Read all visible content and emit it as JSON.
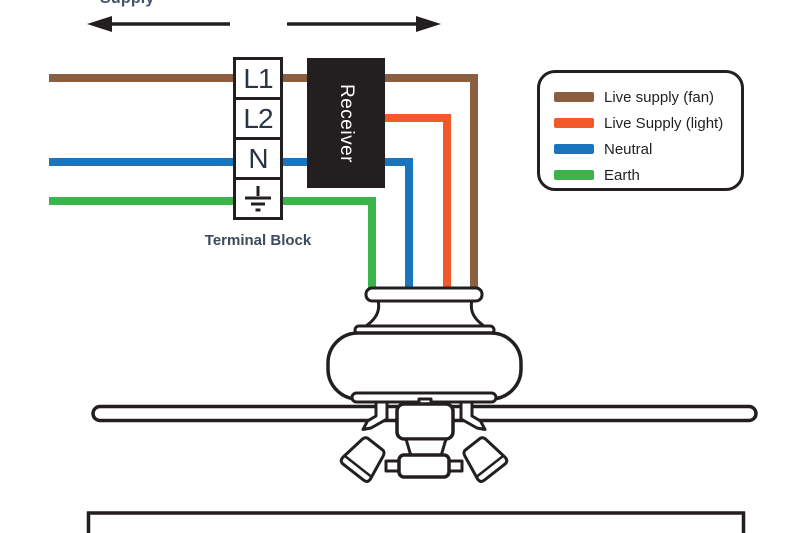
{
  "colors": {
    "ink": "#231F20",
    "supply_text": "#44536B",
    "terminal_text": "#2B3644",
    "caption_text": "#3E4B5C",
    "receiver_bg": "#231F20",
    "receiver_text": "#FFFFFF"
  },
  "supply": {
    "label": "Supply"
  },
  "terminal_block": {
    "caption": "Terminal Block",
    "terminals": [
      "L1",
      "L2",
      "N"
    ]
  },
  "receiver": {
    "label": "Receiver"
  },
  "wires": {
    "live_fan": {
      "name": "Live supply (fan)",
      "color": "#8A5F3F"
    },
    "live_light": {
      "name": "Live Supply (light)",
      "color": "#F05A28"
    },
    "neutral": {
      "name": "Neutral",
      "color": "#1B75BC"
    },
    "earth": {
      "name": "Earth",
      "color": "#3BB54A"
    }
  },
  "legend": {
    "items": [
      {
        "label": "Live supply (fan)",
        "color": "#8A5F3F"
      },
      {
        "label": "Live Supply (light)",
        "color": "#F05A28"
      },
      {
        "label": "Neutral",
        "color": "#1B75BC"
      },
      {
        "label": "Earth",
        "color": "#3BB54A"
      }
    ]
  }
}
